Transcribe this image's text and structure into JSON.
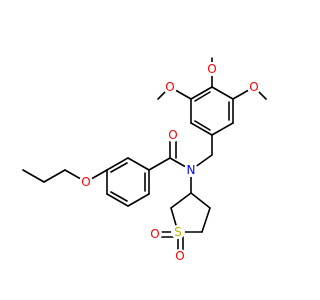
{
  "molecule": {
    "atoms": {
      "o_carbonyl": "O",
      "n_amide": "N",
      "o_propoxy": "O",
      "o_methoxy_left": "O",
      "o_methoxy_top": "O",
      "o_methoxy_right": "O",
      "s_sulfone": "S",
      "o_sulfone_1": "O",
      "o_sulfone_2": "O"
    },
    "colors": {
      "bond": "#000000",
      "oxygen": "#ff0000",
      "nitrogen": "#0000ff",
      "sulfur": "#b8b800"
    }
  }
}
